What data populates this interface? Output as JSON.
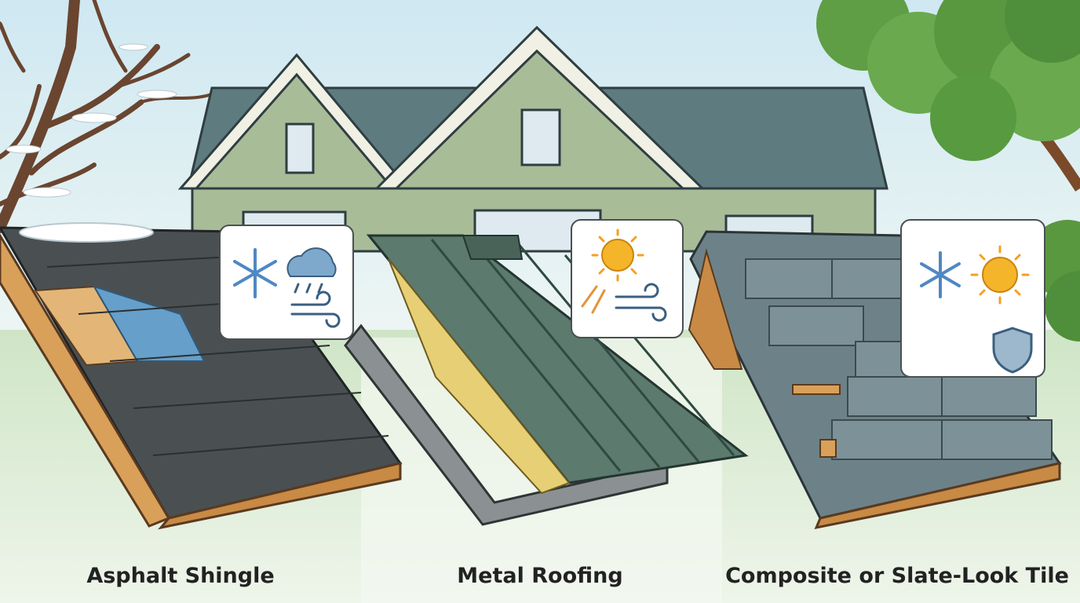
{
  "panels": [
    {
      "title": "Asphalt Shingle",
      "material": "asphalt-shingle",
      "icons": [
        "snowflake-icon",
        "rain-cloud-icon",
        "wind-icon"
      ]
    },
    {
      "title": "Metal Roofing",
      "material": "metal-roofing",
      "icons": [
        "sun-icon",
        "wind-icon"
      ]
    },
    {
      "title": "Composite or Slate-Look Tile",
      "material": "composite-slate-tile",
      "icons": [
        "snowflake-icon",
        "sun-icon",
        "shield-icon"
      ]
    }
  ],
  "colors": {
    "sky": "#d6ecf4",
    "grass": "#d6e8d0",
    "house_siding": "#a9bc98",
    "house_roof": "#5e7c80",
    "asphalt": "#4a5052",
    "metal": "#5c7a6e",
    "slate": "#6d8288",
    "wood": "#d9a05a",
    "sun": "#f5b52a",
    "snow_ice": "#4f88c4"
  }
}
